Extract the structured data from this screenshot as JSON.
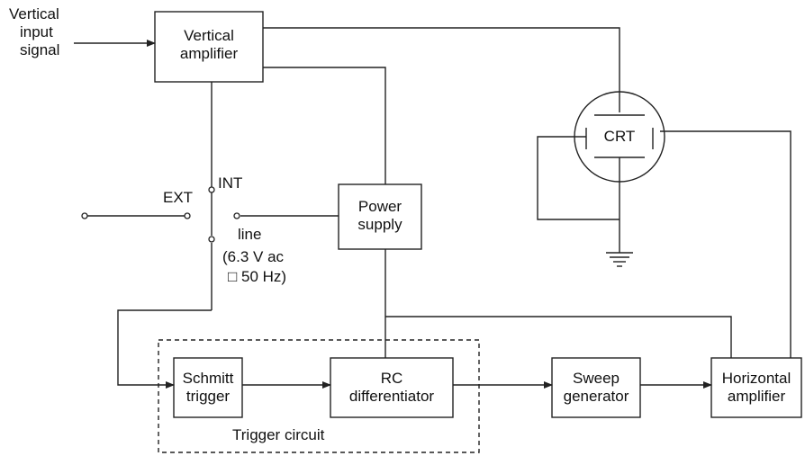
{
  "input": {
    "line1": "Vertical",
    "line2": "input",
    "line3": "signal"
  },
  "blocks": {
    "vertical_amplifier": {
      "line1": "Vertical",
      "line2": "amplifier"
    },
    "power_supply": {
      "line1": "Power",
      "line2": "supply"
    },
    "crt": {
      "label": "CRT"
    },
    "schmitt_trigger": {
      "line1": "Schmitt",
      "line2": "trigger"
    },
    "rc_differentiator": {
      "line1": "RC",
      "line2": "differentiator"
    },
    "sweep_generator": {
      "line1": "Sweep",
      "line2": "generator"
    },
    "horizontal_amplifier": {
      "line1": "Horizontal",
      "line2": "amplifier"
    }
  },
  "switch": {
    "int_label": "INT",
    "ext_label": "EXT",
    "line_label": "line",
    "line_spec1": "(6.3 V ac",
    "line_spec2": "□ 50 Hz)"
  },
  "trigger_group": {
    "label": "Trigger circuit"
  }
}
